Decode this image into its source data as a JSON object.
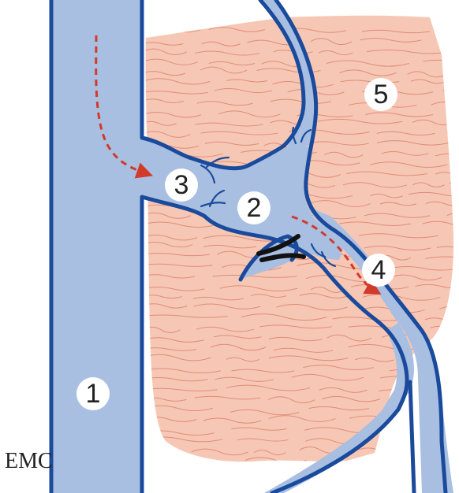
{
  "labels": [
    {
      "id": "1",
      "text": "1"
    },
    {
      "id": "2",
      "text": "2"
    },
    {
      "id": "3",
      "text": "3"
    },
    {
      "id": "4",
      "text": "4"
    },
    {
      "id": "5",
      "text": "5"
    }
  ],
  "logo": {
    "text": "EMC"
  },
  "colors": {
    "vessel_fill": "#a9bfe1",
    "vessel_stroke": "#1a4a9c",
    "tissue_fill": "#f6c7b4",
    "tissue_lines": "#d97a66",
    "flow_arrow": "#d23a2a",
    "label_bg": "#ffffff",
    "ligature": "#111111"
  }
}
